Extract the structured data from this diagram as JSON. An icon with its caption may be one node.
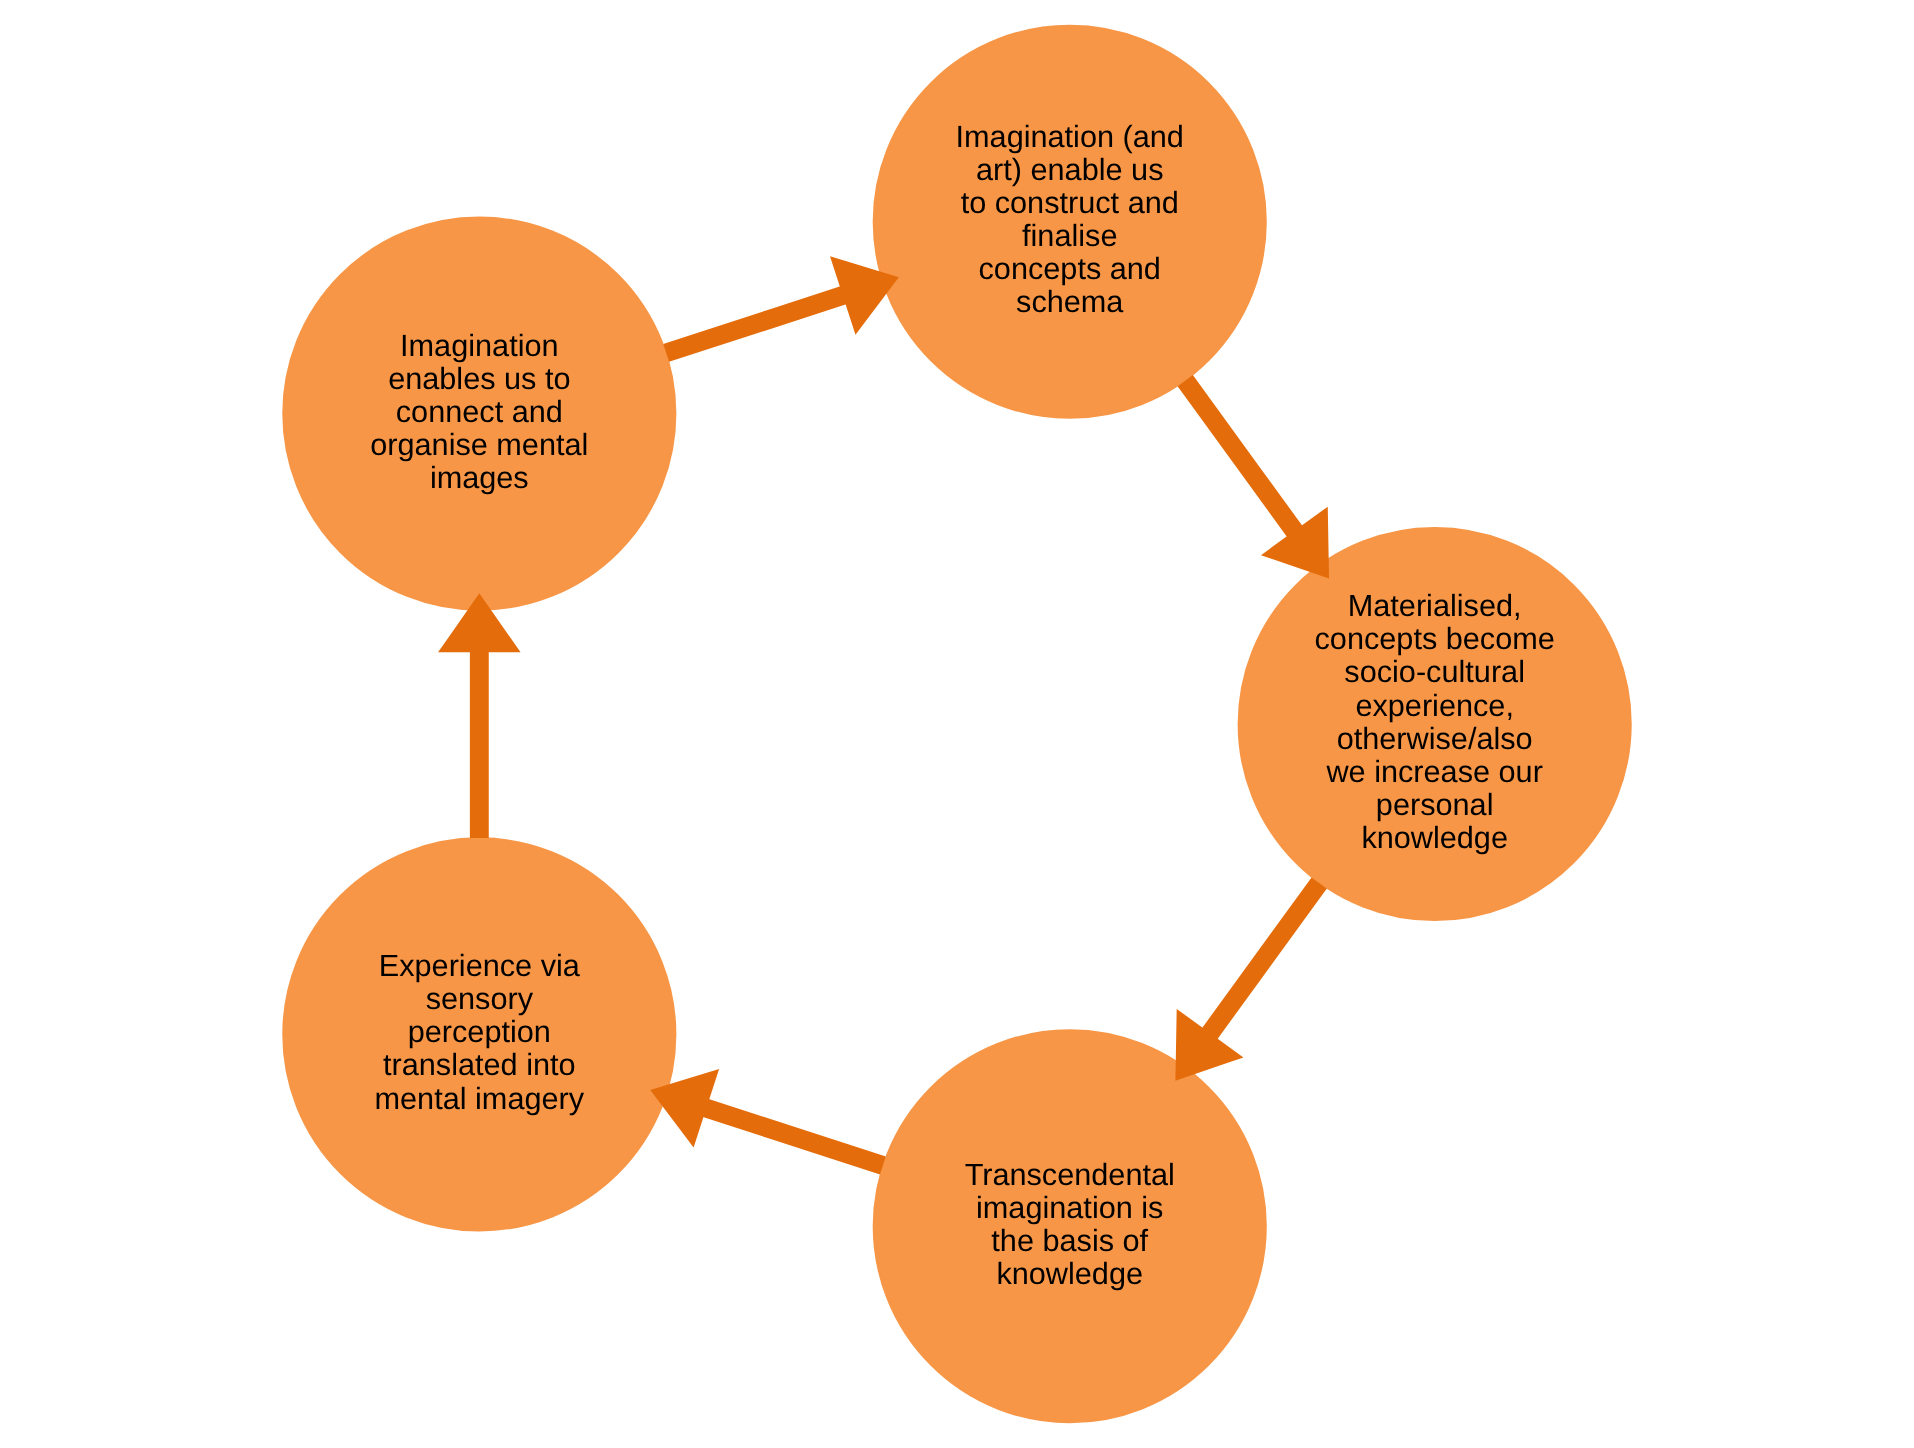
{
  "diagram": {
    "nodes": [
      {
        "text": [
          "Transcendental imagination is the basis of knowledge"
        ]
      },
      {
        "text": [
          "Experience via sensory perception translated into mental imagery"
        ]
      },
      {
        "text": [
          "Imagination enables us to connect and organise mental images"
        ]
      },
      {
        "text": [
          "Imagination (and art) enable us to construct and finalise concepts and schema"
        ]
      },
      {
        "text": [
          "Materialised, concepts become socio-cultural experience, otherwise/also we increase our personal knowledge"
        ]
      }
    ],
    "edges": [
      {
        "from": 0,
        "to": 1,
        "arrow": "to"
      },
      {
        "from": 1,
        "to": 2,
        "arrow": "to"
      },
      {
        "from": 2,
        "to": 3,
        "arrow": "to"
      },
      {
        "from": 3,
        "to": 4,
        "arrow": "to"
      },
      {
        "from": 4,
        "to": 0,
        "arrow": "to"
      }
    ]
  }
}
